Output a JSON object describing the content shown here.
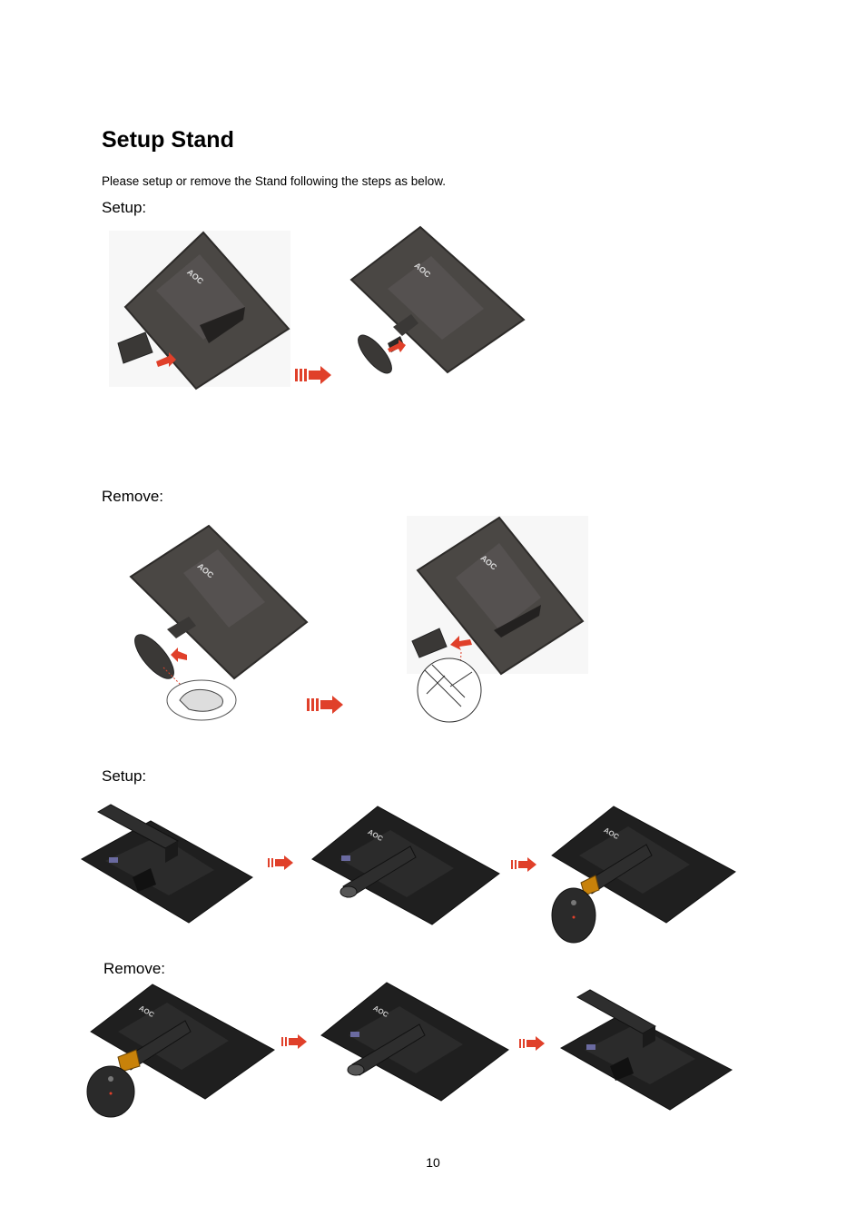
{
  "page": {
    "title": "Setup Stand",
    "intro": "Please setup or remove the Stand following the steps as below.",
    "page_number": "10"
  },
  "sections": [
    {
      "label": "Setup:"
    },
    {
      "label": "Remove:"
    },
    {
      "label": "Setup:"
    },
    {
      "label": "Remove:"
    }
  ],
  "brand": {
    "logo_text": "AOC"
  },
  "colors": {
    "panel_gray": "#4a4744",
    "panel_dark": "#1f1f1f",
    "arrow_red": "#e0402a",
    "stand_orange": "#c8820a"
  }
}
